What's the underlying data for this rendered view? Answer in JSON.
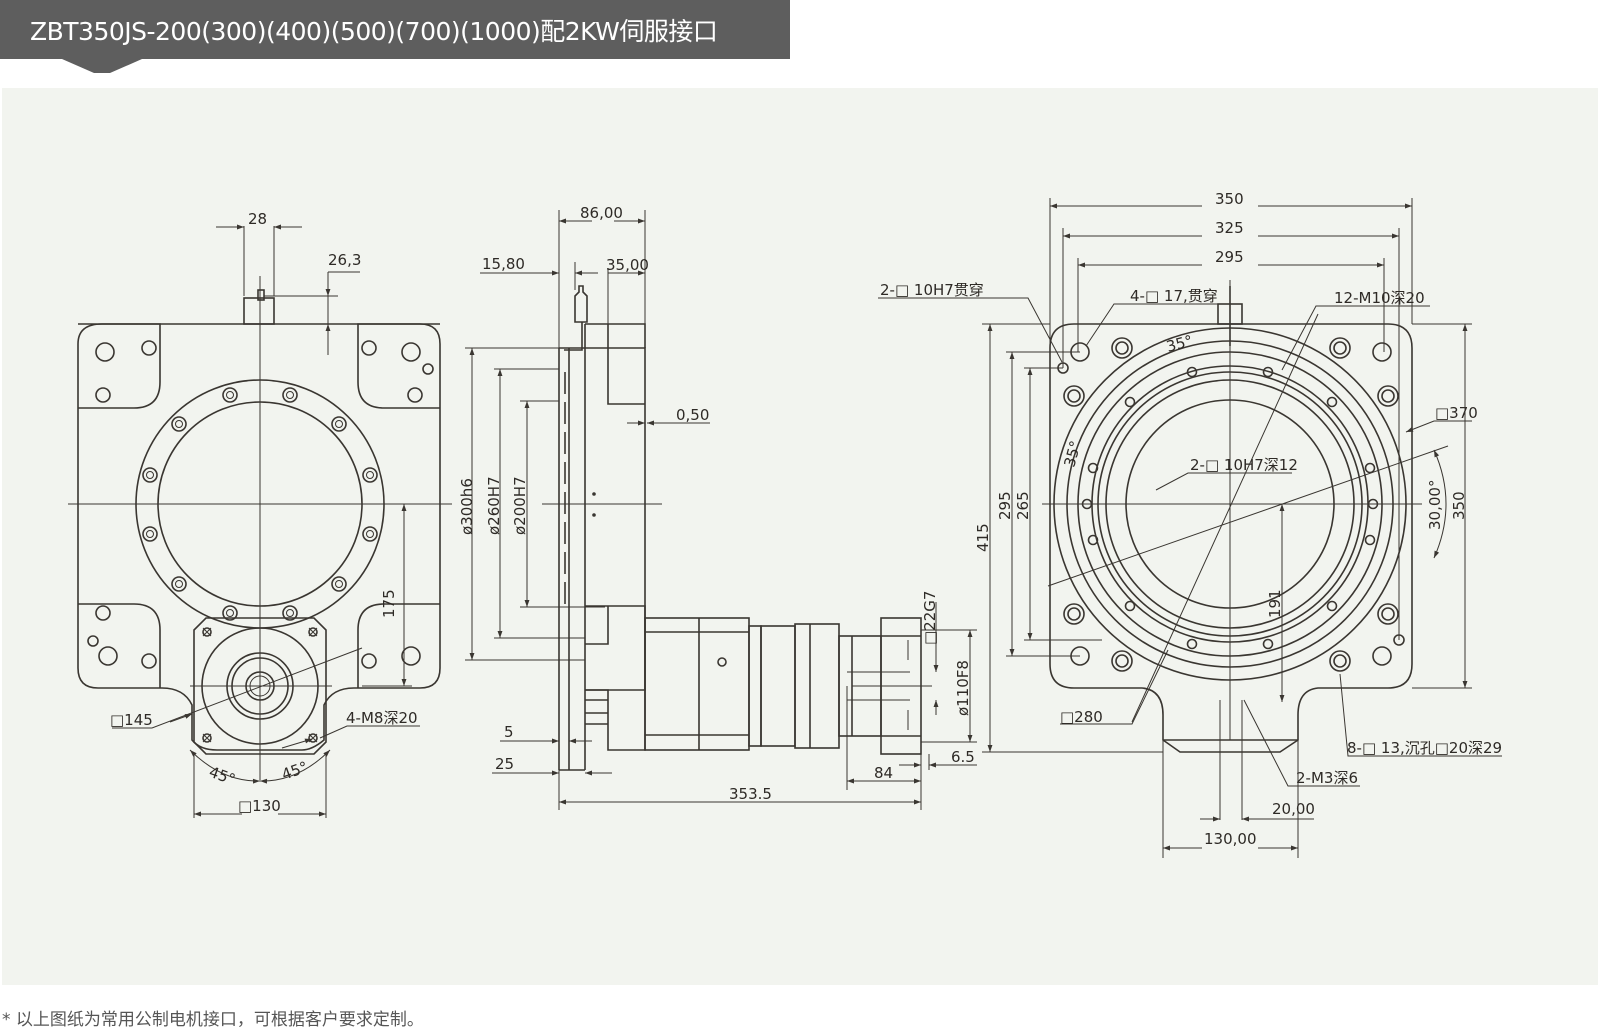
{
  "header": {
    "title": "ZBT350JS-200(300)(400)(500)(700)(1000)配2KW伺服接口"
  },
  "colors": {
    "title_bar_bg": "#5e5e5e",
    "title_text": "#ffffff",
    "panel_bg": "#f2f4ef",
    "line": "#3a3631"
  },
  "views": {
    "front": {
      "dims": {
        "width_28": "28",
        "height_26_3": "26,3",
        "flange_145": "□145",
        "tapped_holes": "4-M8深20",
        "angle_left": "45°",
        "angle_right": "45°",
        "square_130": "□130",
        "height_175": "175"
      }
    },
    "side": {
      "dims": {
        "d86": "86,00",
        "d15_8": "15,80",
        "d35": "35,00",
        "d0_5": "0,50",
        "dia300": "ø300h6",
        "dia260": "ø260H7",
        "dia200": "ø200H7",
        "d5": "5",
        "d25": "25",
        "d353_5": "353.5",
        "d84": "84",
        "d6_5": "6.5",
        "dia22": "□22G7",
        "dia110": "ø110F8"
      }
    },
    "top": {
      "dims": {
        "w350": "350",
        "w325": "325",
        "w295": "295",
        "pin_through": "2-□ 10H7贯穿",
        "hole_17": "4-□ 17,贯穿",
        "tapped_m10": "12-M10深20",
        "angle_35_top": "35°",
        "angle_35_left": "35°",
        "square_370": "□370",
        "pin_12": "2-□ 10H7深12",
        "angle_30": "30,00°",
        "h350": "350",
        "h415": "415",
        "h295": "295",
        "h265": "265",
        "h191": "191",
        "square_280": "□280",
        "counterbore": "8-□ 13,沉孔□20深29",
        "m3": "2-M3深6",
        "d20": "20,00",
        "d130": "130,00"
      }
    }
  },
  "footer": {
    "note": "* 以上图纸为常用公制电机接口，可根据客户要求定制。"
  }
}
